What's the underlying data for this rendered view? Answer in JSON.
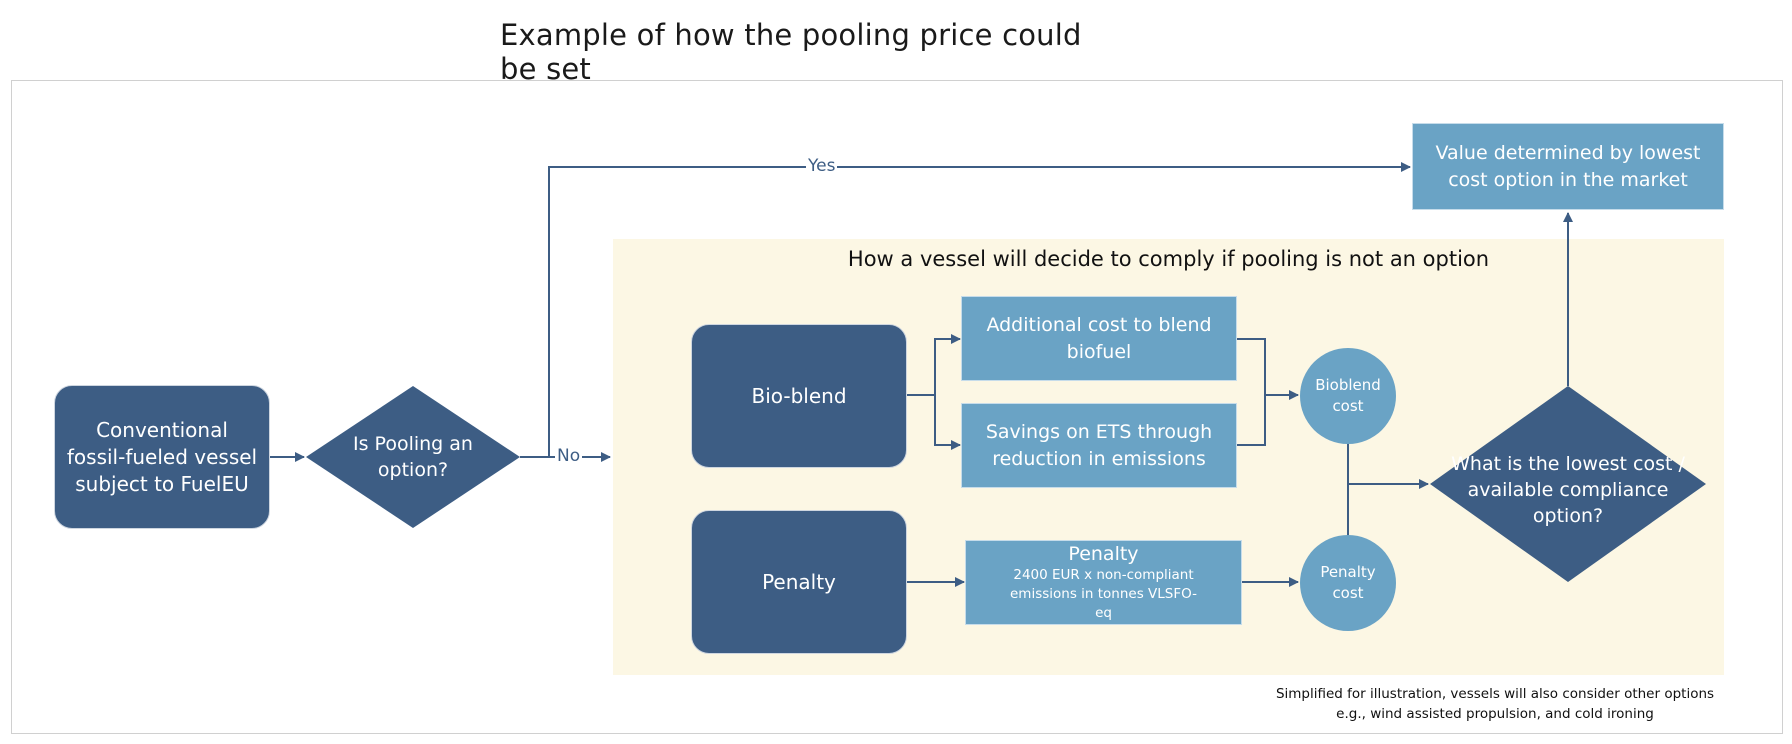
{
  "title": "Example of how the pooling price could be set",
  "panel_title": "How a vessel will decide to comply if pooling is not an option",
  "nodes": {
    "start": "Conventional fossil-fueled vessel subject to FuelEU",
    "pooling_question": "Is Pooling an option?",
    "result": "Value determined by lowest cost  option in the market",
    "bio_blend": "Bio-blend",
    "penalty": "Penalty",
    "blend_cost": "Additional cost to blend biofuel",
    "ets_savings": "Savings on ETS through reduction in emissions",
    "penalty_box_title": "Penalty",
    "penalty_box_detail": "2400 EUR x non-compliant emissions in tonnes VLSFO-eq",
    "bioblend_cost": "Bioblend cost",
    "penalty_cost": "Penalty cost",
    "lowest_cost_question": "What is the lowest cost / available compliance option?"
  },
  "edge_labels": {
    "yes": "Yes",
    "no": "No"
  },
  "note": [
    "Simplified for illustration, vessels will also consider other options",
    "e.g., wind assisted propulsion, and cold ironing"
  ],
  "colors": {
    "dark_node": "#3d5d84",
    "light_node": "#6aa3c5",
    "connector": "#3d5d84",
    "panel_bg": "#fcf7e4"
  }
}
